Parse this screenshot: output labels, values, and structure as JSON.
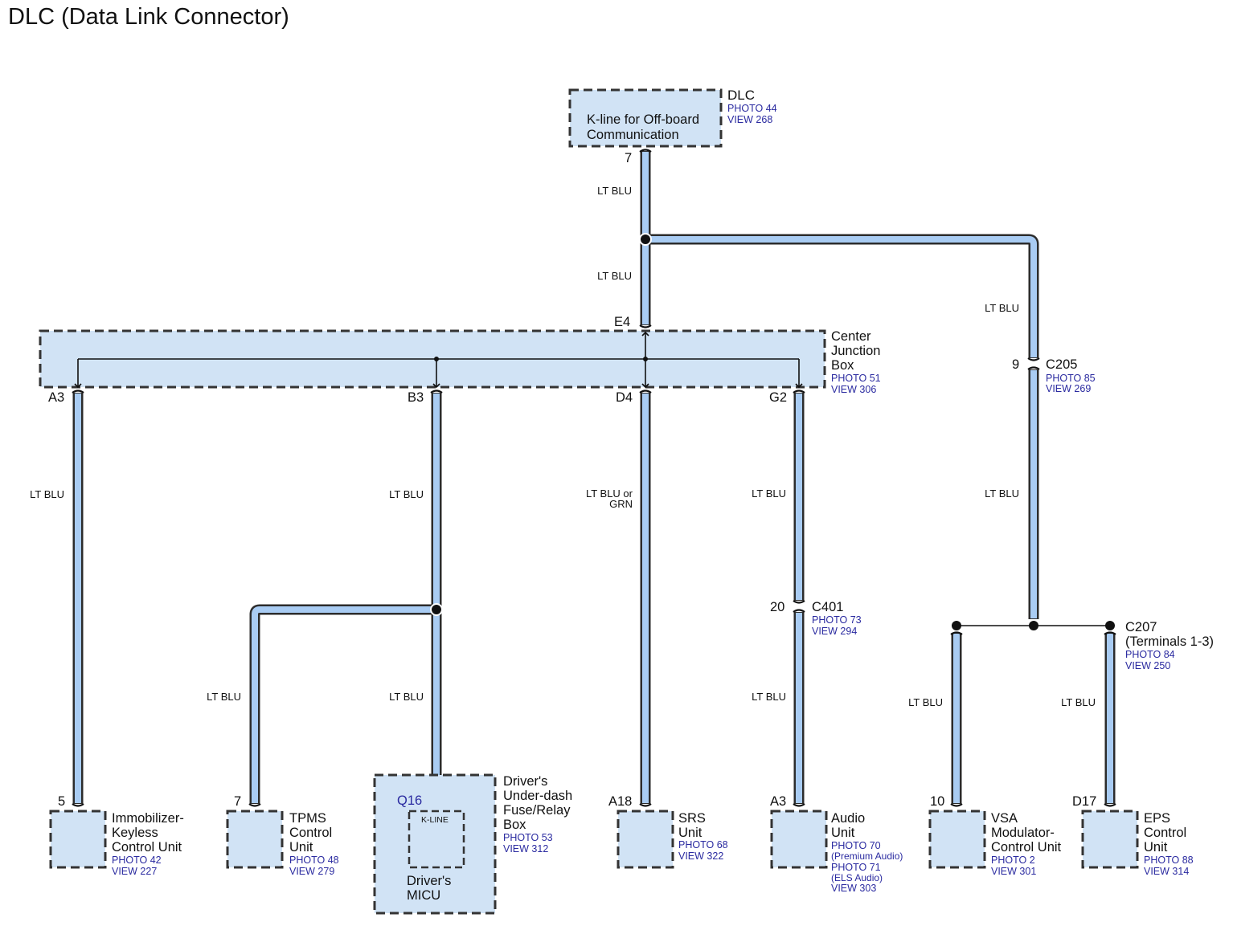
{
  "title": "DLC (Data Link Connector)",
  "colors": {
    "wire": "#a9ccf3",
    "box_fill": "#d1e3f5",
    "ref_text": "#2a2aa0"
  },
  "dlc": {
    "name": "DLC",
    "photo": "PHOTO 44",
    "view": "VIEW 268",
    "line1": "K-line for Off-board",
    "line2": "Communication",
    "pin": "7"
  },
  "center_jb": {
    "line1": "Center",
    "line2": "Junction",
    "line3": "Box",
    "photo": "PHOTO 51",
    "view": "VIEW 306",
    "pin_top": "E4",
    "pin_a3": "A3",
    "pin_b3": "B3",
    "pin_d4": "D4",
    "pin_g2": "G2"
  },
  "c205": {
    "name": "C205",
    "pin": "9",
    "photo": "PHOTO 85",
    "view": "VIEW 269"
  },
  "c401": {
    "name": "C401",
    "pin": "20",
    "photo": "PHOTO 73",
    "view": "VIEW 294"
  },
  "c207": {
    "name": "C207",
    "sub": "(Terminals 1-3)",
    "photo": "PHOTO 84",
    "view": "VIEW 250"
  },
  "wires": {
    "w1": "LT BLU",
    "w2": "LT BLU",
    "w3": "LT BLU",
    "w4": "LT BLU",
    "w5": "LT BLU",
    "w6a": "LT BLU or",
    "w6b": "GRN",
    "w7": "LT BLU",
    "w8": "LT BLU",
    "w9": "LT BLU",
    "w10": "LT BLU",
    "w11": "LT BLU",
    "w12": "LT BLU",
    "w13": "LT BLU"
  },
  "immobilizer": {
    "line1": "Immobilizer-",
    "line2": "Keyless",
    "line3": "Control Unit",
    "photo": "PHOTO 42",
    "view": "VIEW 227",
    "pin": "5"
  },
  "tpms": {
    "line1": "TPMS",
    "line2": "Control",
    "line3": "Unit",
    "photo": "PHOTO 48",
    "view": "VIEW 279",
    "pin": "7"
  },
  "fuse_box": {
    "line1": "Driver's",
    "line2": "Under-dash",
    "line3": "Fuse/Relay",
    "line4": "Box",
    "photo": "PHOTO 53",
    "view": "VIEW 312",
    "pin": "Q16",
    "kline": "K-LINE",
    "micu1": "Driver's",
    "micu2": "MICU"
  },
  "srs": {
    "line1": "SRS",
    "line2": "Unit",
    "photo": "PHOTO 68",
    "view": "VIEW 322",
    "pin": "A18"
  },
  "audio": {
    "line1": "Audio",
    "line2": "Unit",
    "photo1": "PHOTO 70",
    "note1": "(Premium Audio)",
    "photo2": "PHOTO 71",
    "note2": "(ELS Audio)",
    "view": "VIEW 303",
    "pin": "A3"
  },
  "vsa": {
    "line1": "VSA",
    "line2": "Modulator-",
    "line3": "Control Unit",
    "photo": "PHOTO 2",
    "view": "VIEW 301",
    "pin": "10"
  },
  "eps": {
    "line1": "EPS",
    "line2": "Control",
    "line3": "Unit",
    "photo": "PHOTO 88",
    "view": "VIEW 314",
    "pin": "D17"
  }
}
